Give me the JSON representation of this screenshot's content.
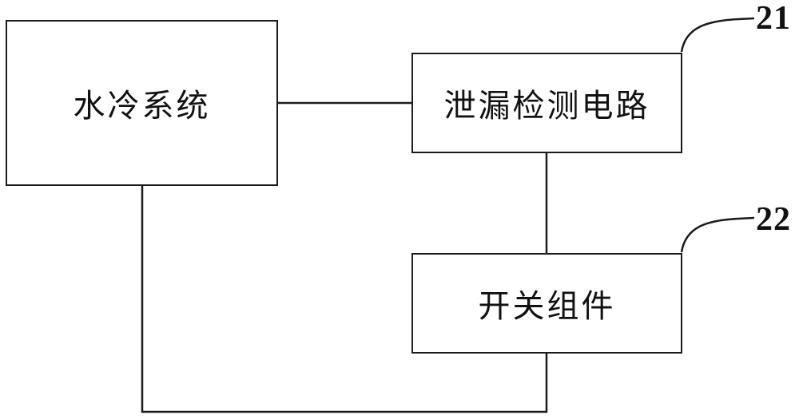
{
  "figure": {
    "type": "block-diagram",
    "blocks": {
      "water_cooling": {
        "label": "水冷系统"
      },
      "leak_detection": {
        "label": "泄漏检测电路",
        "ref": "21"
      },
      "switch_assembly": {
        "label": "开关组件",
        "ref": "22"
      }
    },
    "connections": [
      {
        "from": "水冷系统",
        "to": "泄漏检测电路"
      },
      {
        "from": "泄漏检测电路",
        "to": "开关组件"
      },
      {
        "from": "水冷系统",
        "to": "开关组件"
      }
    ],
    "colors": {
      "line": "#1b1b1b",
      "text": "#111111",
      "background": "#ffffff"
    }
  }
}
